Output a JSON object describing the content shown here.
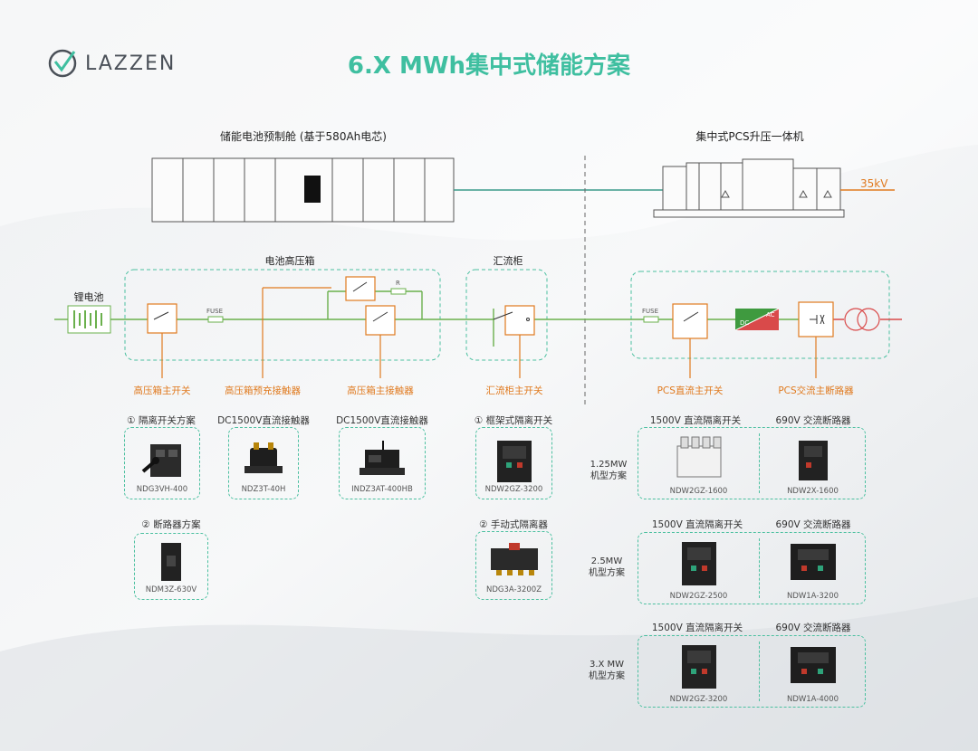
{
  "brand": {
    "name": "LAZZEN",
    "icon": "logo-check-circle-icon"
  },
  "title": "6.X MWh集中式储能方案",
  "colors": {
    "teal": "#3fbfa0",
    "orange": "#e07a1f",
    "green": "#6ab04c",
    "red": "#d94a4a"
  },
  "top": {
    "battery_cabin_label": "储能电池预制舱 (基于580Ah电芯)",
    "pcs_label": "集中式PCS升压一体机",
    "voltage": "35kV"
  },
  "circuit": {
    "battery_label": "锂电池",
    "hv_box_label": "电池高压箱",
    "combiner_label": "汇流柜",
    "fuse": "FUSE",
    "fuse2": "FUSE",
    "resistor": "R",
    "dc": "DC",
    "ac": "AC"
  },
  "devices": [
    "高压箱主开关",
    "高压箱预充接触器",
    "高压箱主接触器",
    "汇流柜主开关",
    "PCS直流主开关",
    "PCS交流主断路器"
  ],
  "left_options": {
    "isolation_scheme": "① 隔离开关方案",
    "breaker_scheme": "② 断路器方案",
    "contactor1": "DC1500V直流接触器",
    "contactor2": "DC1500V直流接触器",
    "frame_switch": "① 框架式隔离开关",
    "manual_isolator": "② 手动式隔离器"
  },
  "products_left": {
    "ndg3vh": "NDG3VH-400",
    "ndz3t": "NDZ3T-40H",
    "indz3at": "INDZ3AT-400HB",
    "ndw2gz_3200": "NDW2GZ-3200",
    "ndm3z": "NDM3Z-630V",
    "ndg3a": "NDG3A-3200Z"
  },
  "schemes": [
    {
      "name": "1.25MW\n机型方案",
      "dc_title": "1500V 直流隔离开关",
      "ac_title": "690V 交流断路器",
      "dc_code": "NDW2GZ-1600",
      "ac_code": "NDW2X-1600"
    },
    {
      "name": "2.5MW\n机型方案",
      "dc_title": "1500V 直流隔离开关",
      "ac_title": "690V 交流断路器",
      "dc_code": "NDW2GZ-2500",
      "ac_code": "NDW1A-3200"
    },
    {
      "name": "3.X MW\n机型方案",
      "dc_title": "1500V 直流隔离开关",
      "ac_title": "690V 交流断路器",
      "dc_code": "NDW2GZ-3200",
      "ac_code": "NDW1A-4000"
    }
  ]
}
